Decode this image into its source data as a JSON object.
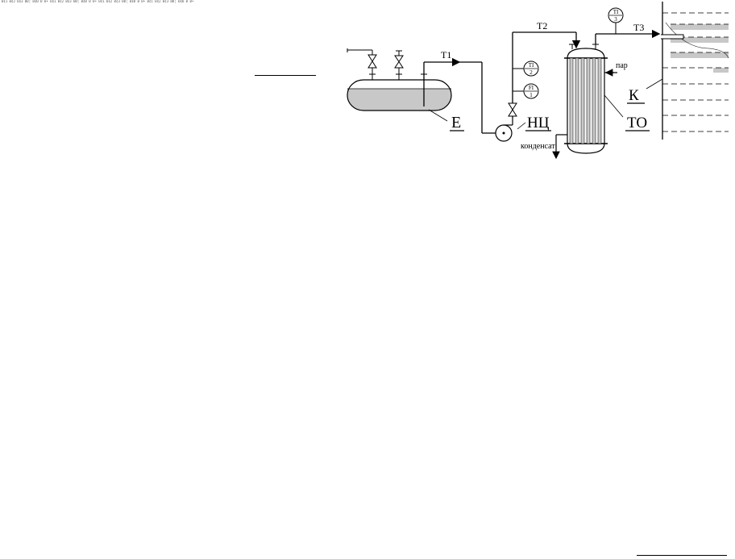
{
  "header": {
    "tiny_text": "Ð¢1 Ð¢2 Ð¢3 ÐÐ¦ Ð¢Ð Ð Ð• Ð¢1 Ð¢2 Ð¢3 ÐÐ¦ Ð¢Ð Ð Ð• Ð¢1 Ð¢2 Ð¢3 ÐÐ¦ Ð¢Ð Ð Ð• Ð¢1 Ð¢2 Ð¢3 ÐÐ¦ Ð¢Ð Ð Ð•"
  },
  "equipment": {
    "tank": "Е",
    "pump": "НЦ",
    "exchanger": "ТО",
    "column": "К"
  },
  "streams": {
    "t1": "Т1",
    "t2": "Т2",
    "t3": "Т3",
    "steam": "пар",
    "condensate": "конденсат"
  },
  "instruments": [
    {
      "type": "TI",
      "num": "2"
    },
    {
      "type": "FI",
      "num": "1"
    },
    {
      "type": "TI",
      "num": "3"
    }
  ],
  "colors": {
    "liquid": "#c8c8c8",
    "line": "#000000"
  }
}
